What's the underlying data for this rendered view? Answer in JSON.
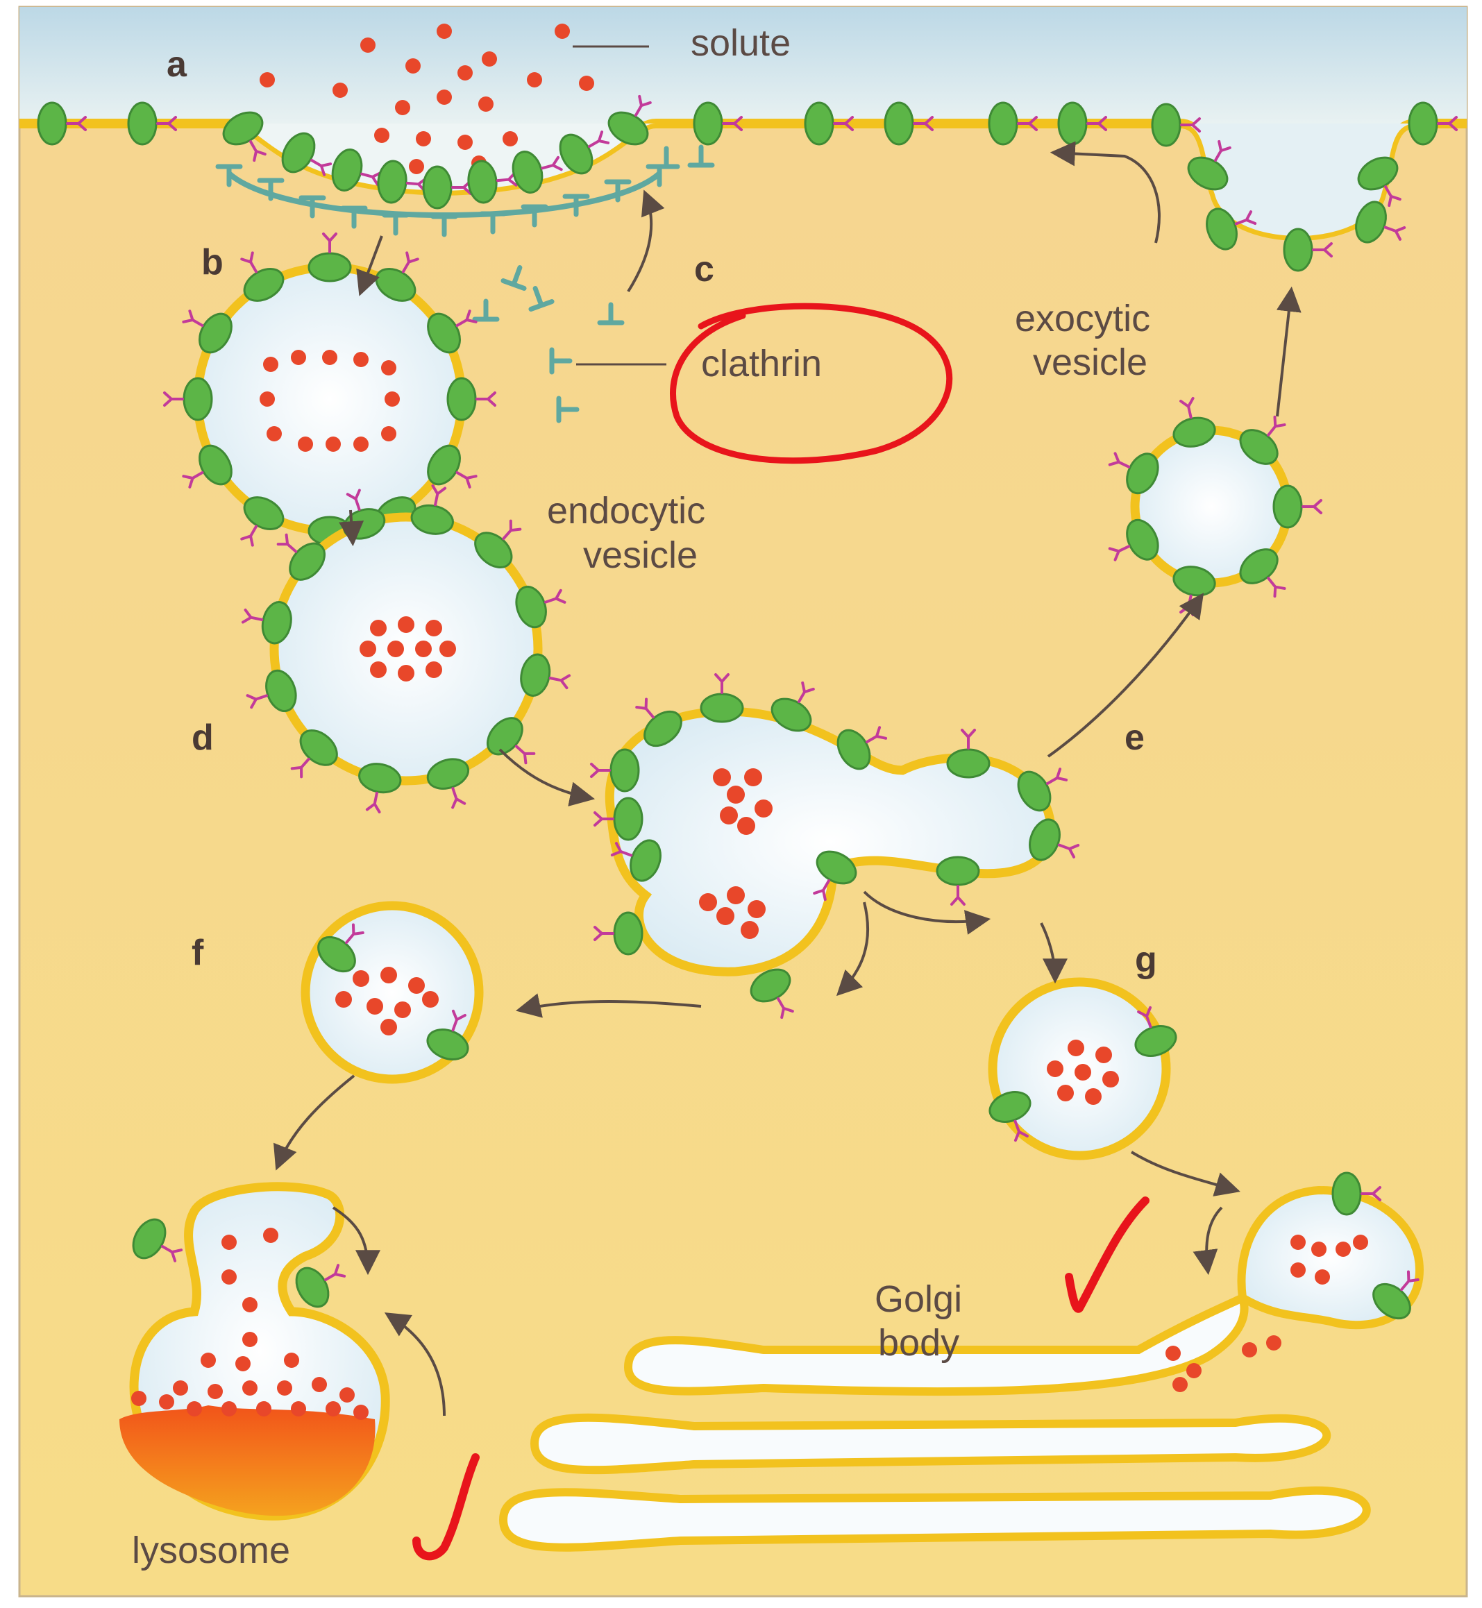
{
  "figure": {
    "step_letters": [
      "a",
      "b",
      "c",
      "d",
      "e",
      "f",
      "g"
    ],
    "labels": {
      "solute": "solute",
      "clathrin": "clathrin",
      "endocytic_vesicle": [
        "endocytic",
        "vesicle"
      ],
      "exocytic_vesicle": [
        "exocytic",
        "vesicle"
      ],
      "golgi_body": [
        "Golgi",
        "body"
      ],
      "lysosome": "lysosome"
    },
    "annotations": {
      "circled_term": "clathrin",
      "checkmarked_terms": [
        "Golgi body",
        "lysosome"
      ]
    },
    "colors": {
      "cytoplasm": "#f6d98a",
      "extracellular": "#cfe3ee",
      "membrane": "#f2c21e",
      "receptor": "#5cb547",
      "solute": "#e8472a",
      "clathrin": "#5fa8a0",
      "ligand_tip": "#c23a9a",
      "annotation": "#e8141b",
      "lysosome_content": "#ec6a12"
    }
  }
}
